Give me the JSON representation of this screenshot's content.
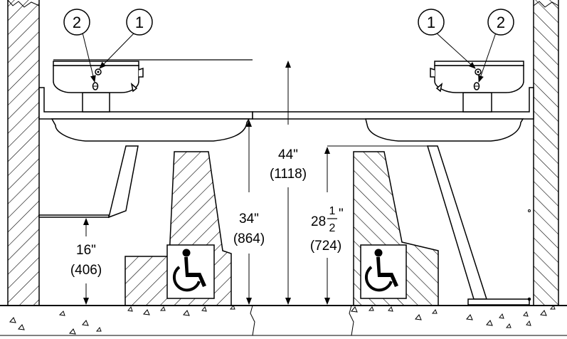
{
  "callouts": {
    "left": {
      "item1": "1",
      "item2": "2"
    },
    "right": {
      "item1": "1",
      "item2": "2"
    }
  },
  "dimensions": {
    "knee_clearance": {
      "imperial": "16\"",
      "metric": "(406)"
    },
    "bowl_rim_height": {
      "imperial": "34\"",
      "metric": "(864)"
    },
    "spout_height": {
      "imperial": "44\"",
      "metric": "(1118)"
    },
    "right_clearance": {
      "whole": "28",
      "frac_num": "1",
      "frac_den": "2",
      "inch_mark": "\"",
      "metric": "(724)"
    }
  },
  "icons": [
    "wheelchair-accessible-icon",
    "wheelchair-accessible-icon"
  ],
  "colors": {
    "line": "#000000",
    "background": "#ffffff"
  }
}
